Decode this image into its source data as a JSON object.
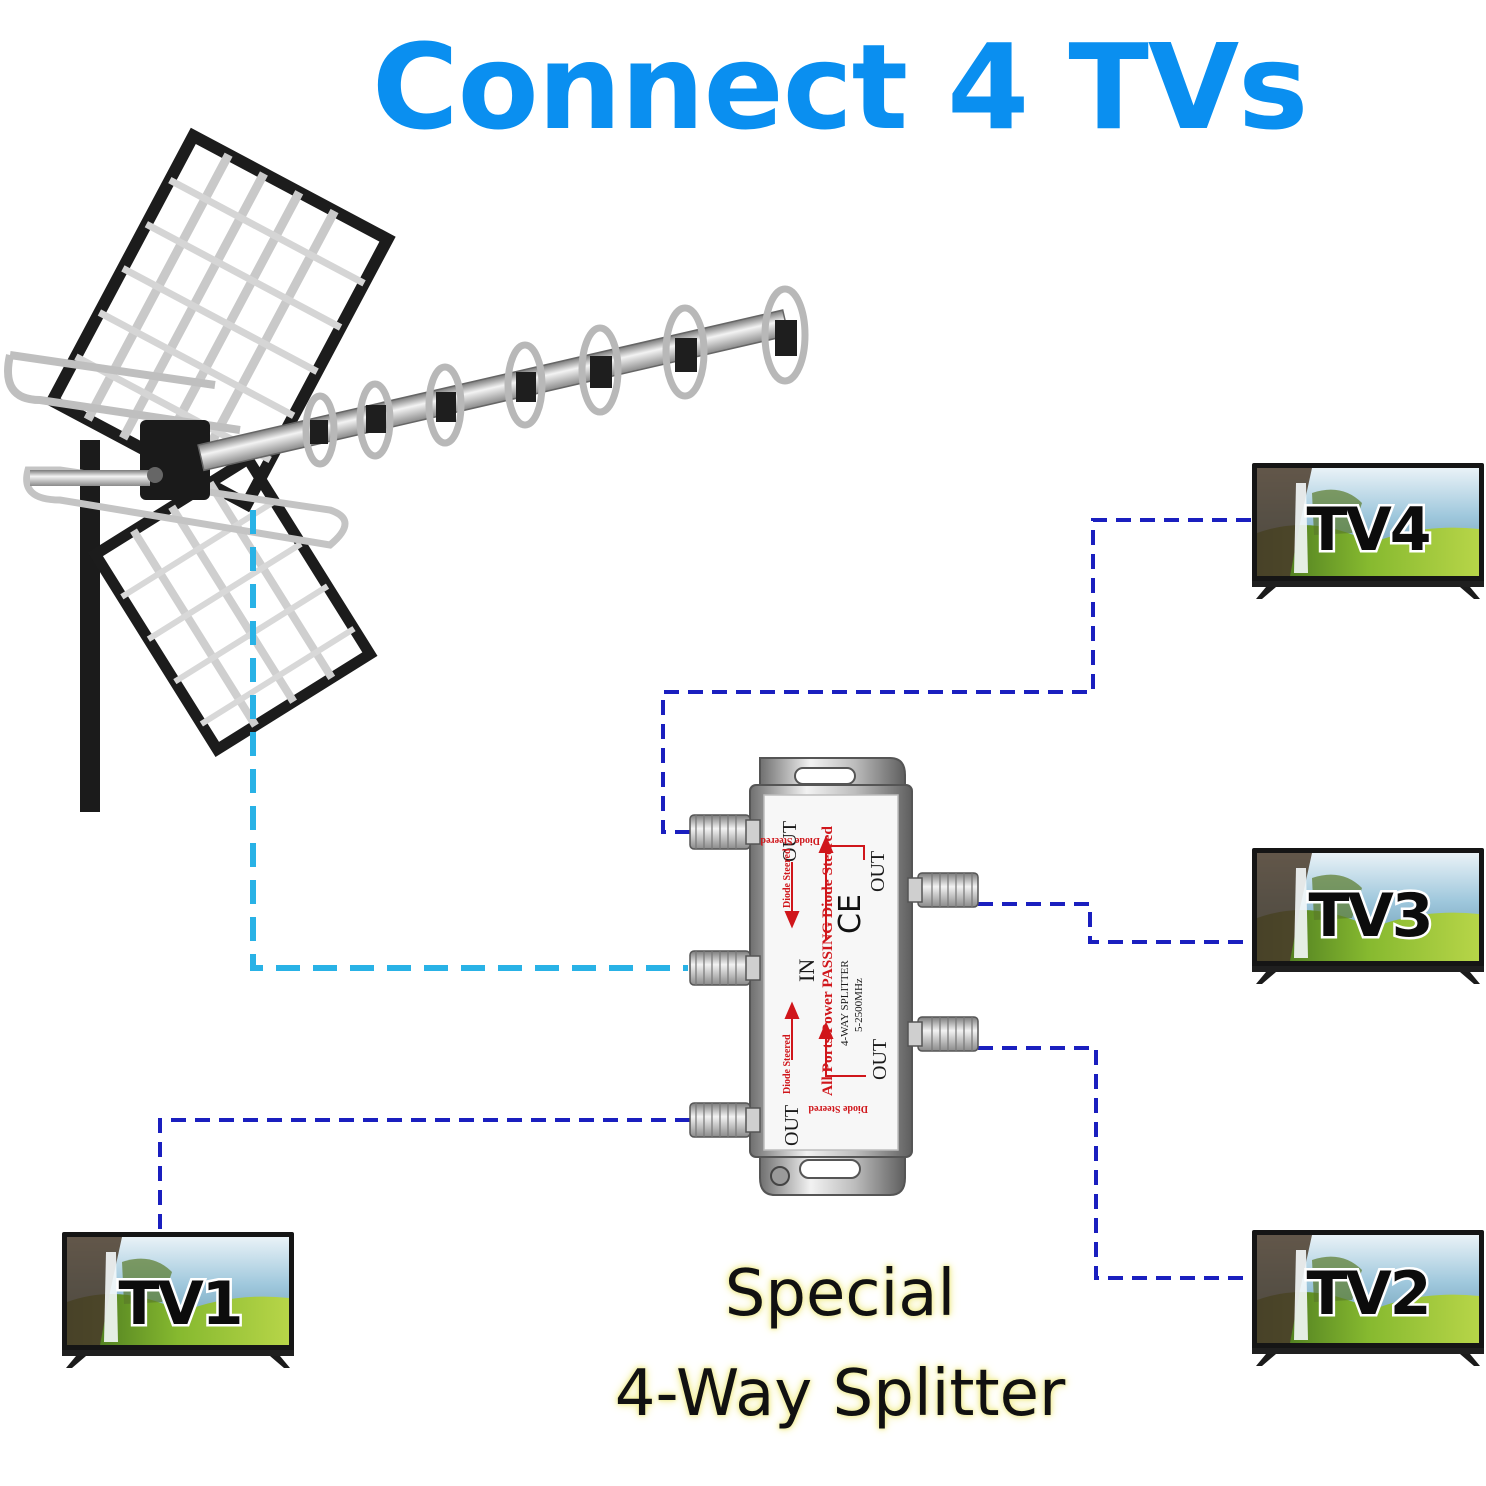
{
  "title": "Connect 4 TVs",
  "caption": {
    "line1": "Special",
    "line2": "4-Way Splitter"
  },
  "splitter": {
    "port_in": "IN",
    "port_out": "OUT",
    "diode_label": "Diode Steered",
    "main_label": "All Ports Power PASSING Diode Steered",
    "model_label": "4-WAY SPLITTER",
    "freq_label": "5-2500MHz",
    "ce_mark": "CE"
  },
  "tvs": [
    {
      "id": "tv1",
      "label": "TV1"
    },
    {
      "id": "tv2",
      "label": "TV2"
    },
    {
      "id": "tv3",
      "label": "TV3"
    },
    {
      "id": "tv4",
      "label": "TV4"
    }
  ],
  "colors": {
    "title": "#0a8ff0",
    "antenna_cable": "#29b2e6",
    "tv_cable": "#1a1fbf",
    "splitter_text": "#d0161b",
    "caption_glow": "#f2ee9a"
  },
  "icons": [
    "antenna-icon",
    "splitter-icon",
    "tv-icon"
  ]
}
